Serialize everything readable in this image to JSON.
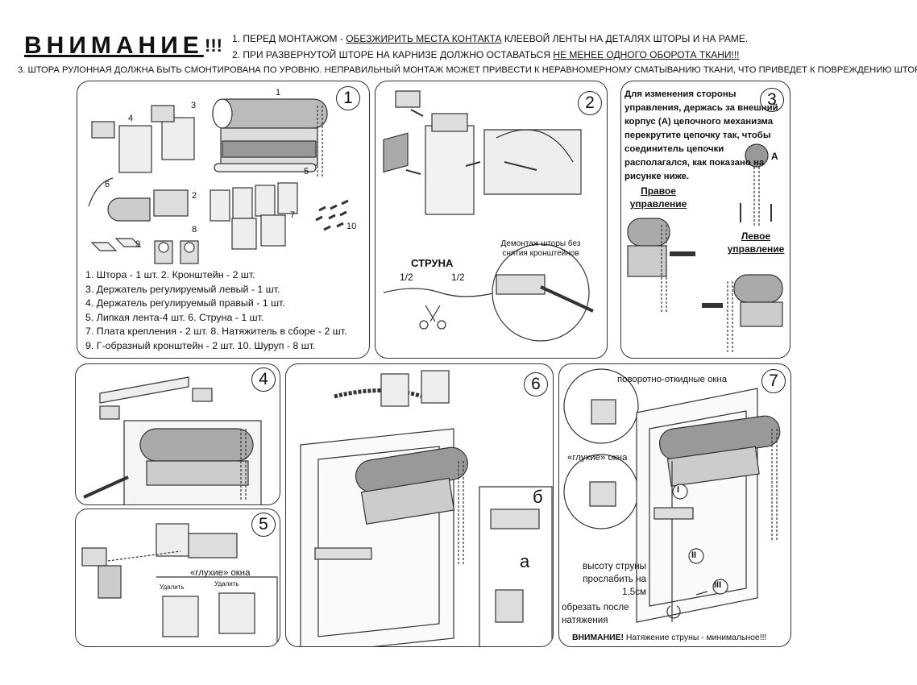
{
  "header": {
    "attention": "ВНИМАНИЕ",
    "exclam": "!!!",
    "line1_a": "1. ПЕРЕД МОНТАЖОМ - ",
    "line1_u": "ОБЕЗЖИРИТЬ МЕСТА КОНТАКТА",
    "line1_b": " КЛЕЕВОЙ ЛЕНТЫ НА ДЕТАЛЯХ ШТОРЫ И НА РАМЕ.",
    "line2_a": "2. ПРИ РАЗВЕРНУТОЙ ШТОРЕ НА КАРНИЗЕ ДОЛЖНО ОСТАВАТЬСЯ ",
    "line2_u": "НЕ МЕНЕЕ ОДНОГО ОБОРОТА ТКАНИ!!!",
    "line3": "3. ШТОРА РУЛОННАЯ ДОЛЖНА БЫТЬ СМОНТИРОВАНА ПО УРОВНЮ. НЕПРАВИЛЬНЫЙ МОНТАЖ МОЖЕТ ПРИВЕСТИ К НЕРАВНОМЕРНОМУ СМАТЫВАНИЮ ТКАНИ, ЧТО ПРИВЕДЕТ К ПОВРЕЖДЕНИЮ ШТОРЫ."
  },
  "panel1": {
    "num": "1",
    "callouts": [
      "1",
      "2",
      "3",
      "4",
      "5",
      "6",
      "7",
      "8",
      "9",
      "10"
    ],
    "legend": [
      "1. Штора - 1 шт. 2. Кронштейн - 2 шт.",
      "3. Держатель регулируемый левый - 1 шт.",
      "4. Держатель регулируемый правый - 1 шт.",
      "5. Липкая лента-4 шт. 6. Струна - 1 шт.",
      "7. Плата крепления - 2 шт.  8. Натяжитель в сборе - 2 шт.",
      "9. Г-образный кронштейн - 2 шт. 10. Шуруп - 8 шт."
    ]
  },
  "panel2": {
    "num": "2",
    "string_label": "СТРУНА",
    "half_left": "1/2",
    "half_right": "1/2",
    "dismount": "Демонтаж шторы без снятия кронштейнов"
  },
  "panel3": {
    "num": "3",
    "text": "Для изменения стороны управления, держась за внешний корпус (А) цепочного механизма перекрутите цепочку так, чтобы соединитель цепочки располагался, как показано на рисунке ниже.",
    "letter_a": "А",
    "right": "Правое управление",
    "left": "Левое управление"
  },
  "panel4": {
    "num": "4"
  },
  "panel5": {
    "num": "5",
    "blind_windows": "«глухие» окна",
    "remove1": "Удалить",
    "remove2": "Удалить"
  },
  "panel6": {
    "num": "6",
    "letter_b": "б",
    "letter_a": "а"
  },
  "panel7": {
    "num": "7",
    "tilt_turn": "поворотно-откидные окна",
    "blind_windows": "«глухие» окна",
    "step1": "I",
    "step2": "II",
    "step3": "III",
    "loosen": "высоту струны прослабить на 1,5см",
    "cut": "обрезать после натяжения",
    "warn_bold": "ВНИМАНИЕ!",
    "warn_rest": " Натяжение струны - минимальное!!!"
  }
}
